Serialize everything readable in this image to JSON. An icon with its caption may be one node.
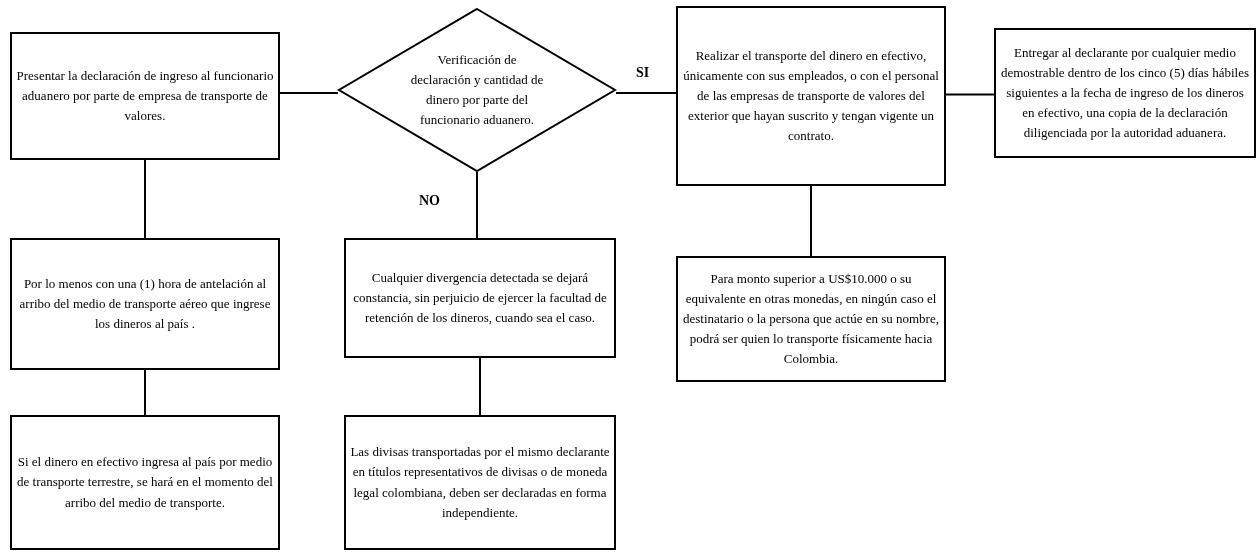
{
  "diagram": {
    "nodes": [
      {
        "text": [
          "Presentar la declaración de ingreso al funcionario aduanero por parte de empresa de transporte de valores."
        ]
      },
      {
        "text": [
          "Verificación de declaración y cantidad de dinero por parte del funcionario aduanero."
        ]
      },
      {
        "text": [
          "Realizar el transporte del dinero en efectivo, únicamente con sus empleados, o con el personal de las empresas de transporte de valores del exterior que hayan suscrito y tengan vigente un contrato."
        ]
      },
      {
        "text": [
          "Entregar al declarante por cualquier medio demostrable dentro de los cinco (5) días hábiles siguientes a la fecha de ingreso de los dineros en efectivo, una copia de la declaración diligenciada por la autoridad aduanera."
        ]
      },
      {
        "text": [
          "Por lo menos con una (1) hora de antelación al arribo del medio de transporte aéreo que ingrese los dineros al país ."
        ]
      },
      {
        "text": [
          "Cualquier divergencia detectada se dejará constancia, sin perjuicio de ejercer la facultad de retención de los dineros, cuando sea el caso."
        ]
      },
      {
        "text": [
          "Para monto superior a US$10.000 o su equivalente en otras monedas, en ningún caso el destinatario o la persona que actúe en su nombre, podrá ser quien lo transporte físicamente hacia Colombia."
        ]
      },
      {
        "text": [
          "Si el dinero en efectivo ingresa al país por medio de transporte terrestre, se hará en el momento del arribo del medio de transporte."
        ]
      },
      {
        "text": [
          "Las divisas transportadas por el mismo declarante en títulos representativos de divisas o de moneda legal colombiana, deben ser declaradas en forma independiente."
        ]
      }
    ],
    "edges": [
      {
        "from": 0,
        "to": 1,
        "arrow": "none"
      },
      {
        "from": 1,
        "to": 2,
        "arrow": "none",
        "label": "SI"
      },
      {
        "from": 2,
        "to": 3,
        "arrow": "none"
      },
      {
        "from": 0,
        "to": 4,
        "arrow": "none"
      },
      {
        "from": 4,
        "to": 7,
        "arrow": "none"
      },
      {
        "from": 1,
        "to": 5,
        "arrow": "none",
        "label": "NO"
      },
      {
        "from": 5,
        "to": 8,
        "arrow": "none"
      },
      {
        "from": 2,
        "to": 6,
        "arrow": "none"
      }
    ]
  }
}
